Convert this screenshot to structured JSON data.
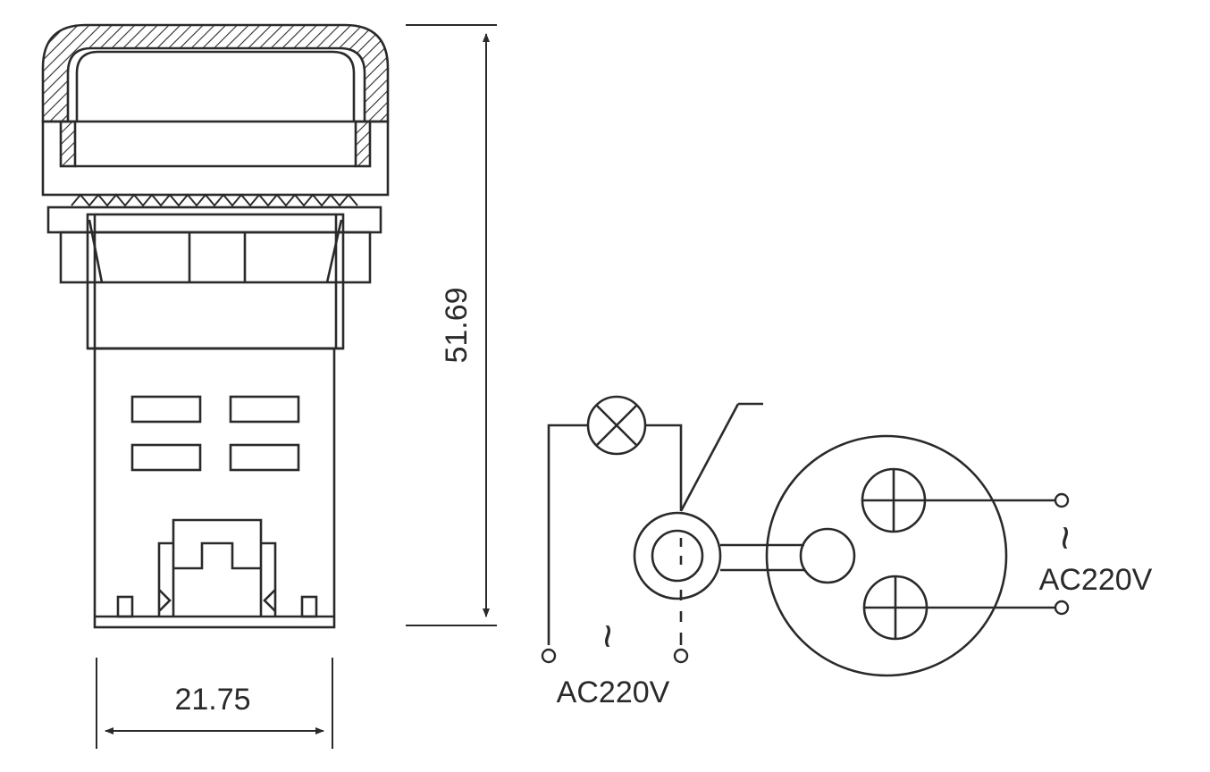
{
  "dimensions": {
    "height": "51.69",
    "width": "21.75"
  },
  "wiring": {
    "left_tilde": "~",
    "left_voltage": "AC220V",
    "right_tilde": "~",
    "right_voltage": "AC220V"
  },
  "colors": {
    "ink": "#2a2a2a",
    "background": "#ffffff"
  }
}
